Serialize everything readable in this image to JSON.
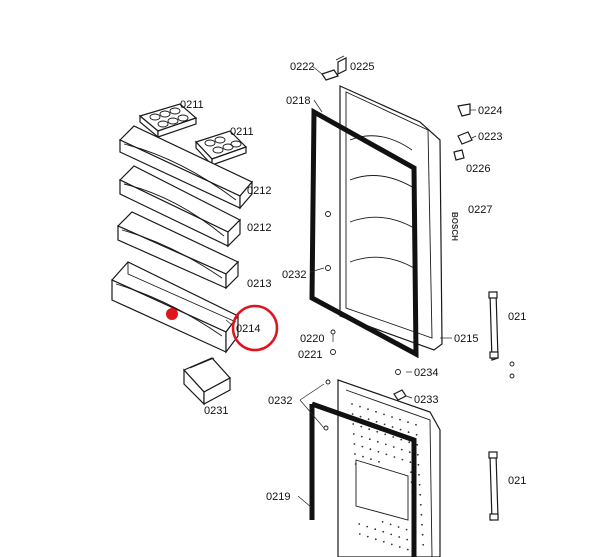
{
  "diagram": {
    "brand_text": "BOSCH",
    "highlight": {
      "circle_color": "#e0141c",
      "dot_color": "#e0141c",
      "circled_label": "0214"
    },
    "labels": {
      "l0211a": "0211",
      "l0211b": "0211",
      "l0212a": "0212",
      "l0212b": "0212",
      "l0213": "0213",
      "l0214": "0214",
      "l0231": "0231",
      "l0218": "0218",
      "l0222": "0222",
      "l0225": "0225",
      "l0224": "0224",
      "l0223": "0223",
      "l0226": "0226",
      "l0227": "0227",
      "l0232a": "0232",
      "l0220": "0220",
      "l0221": "0221",
      "l0215": "0215",
      "l0234": "0234",
      "l0233": "0233",
      "l0232b": "0232",
      "l0219": "0219",
      "l021x": "021",
      "l021y": "021"
    }
  }
}
